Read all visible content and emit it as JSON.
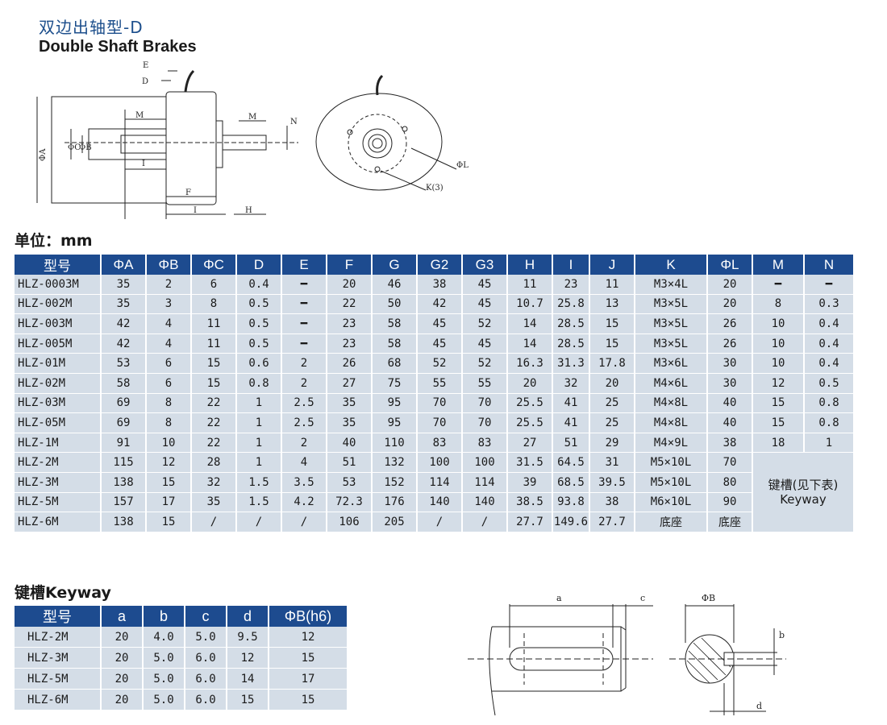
{
  "header": {
    "title_cn": "双边出轴型-D",
    "title_en": "Double Shaft Brakes"
  },
  "unit_label": "单位：mm",
  "drawing": {
    "labels": {
      "E": "E",
      "D": "D",
      "M": "M",
      "N": "N",
      "A": "ΦA",
      "C": "ΦC",
      "B": "ΦB",
      "I": "I",
      "F": "F",
      "H": "H",
      "L": "ΦL",
      "K": "K(3)"
    }
  },
  "spec_table": {
    "headers": [
      "型号",
      "ΦA",
      "ΦB",
      "ΦC",
      "D",
      "E",
      "F",
      "G",
      "G2",
      "G3",
      "H",
      "I",
      "J",
      "K",
      "ΦL",
      "M",
      "N"
    ],
    "rows": [
      [
        "HLZ-0003M",
        "35",
        "2",
        "6",
        "0.4",
        "━",
        "20",
        "46",
        "38",
        "45",
        "11",
        "23",
        "11",
        "M3×4L",
        "20",
        "━",
        "━"
      ],
      [
        "HLZ-002M",
        "35",
        "3",
        "8",
        "0.5",
        "━",
        "22",
        "50",
        "42",
        "45",
        "10.7",
        "25.8",
        "13",
        "M3×5L",
        "20",
        "8",
        "0.3"
      ],
      [
        "HLZ-003M",
        "42",
        "4",
        "11",
        "0.5",
        "━",
        "23",
        "58",
        "45",
        "52",
        "14",
        "28.5",
        "15",
        "M3×5L",
        "26",
        "10",
        "0.4"
      ],
      [
        "HLZ-005M",
        "42",
        "4",
        "11",
        "0.5",
        "━",
        "23",
        "58",
        "45",
        "45",
        "14",
        "28.5",
        "15",
        "M3×5L",
        "26",
        "10",
        "0.4"
      ],
      [
        "HLZ-01M",
        "53",
        "6",
        "15",
        "0.6",
        "2",
        "26",
        "68",
        "52",
        "52",
        "16.3",
        "31.3",
        "17.8",
        "M3×6L",
        "30",
        "10",
        "0.4"
      ],
      [
        "HLZ-02M",
        "58",
        "6",
        "15",
        "0.8",
        "2",
        "27",
        "75",
        "55",
        "55",
        "20",
        "32",
        "20",
        "M4×6L",
        "30",
        "12",
        "0.5"
      ],
      [
        "HLZ-03M",
        "69",
        "8",
        "22",
        "1",
        "2.5",
        "35",
        "95",
        "70",
        "70",
        "25.5",
        "41",
        "25",
        "M4×8L",
        "40",
        "15",
        "0.8"
      ],
      [
        "HLZ-05M",
        "69",
        "8",
        "22",
        "1",
        "2.5",
        "35",
        "95",
        "70",
        "70",
        "25.5",
        "41",
        "25",
        "M4×8L",
        "40",
        "15",
        "0.8"
      ],
      [
        "HLZ-1M",
        "91",
        "10",
        "22",
        "1",
        "2",
        "40",
        "110",
        "83",
        "83",
        "27",
        "51",
        "29",
        "M4×9L",
        "38",
        "18",
        "1"
      ],
      [
        "HLZ-2M",
        "115",
        "12",
        "28",
        "1",
        "4",
        "51",
        "132",
        "100",
        "100",
        "31.5",
        "64.5",
        "31",
        "M5×10L",
        "70"
      ],
      [
        "HLZ-3M",
        "138",
        "15",
        "32",
        "1.5",
        "3.5",
        "53",
        "152",
        "114",
        "114",
        "39",
        "68.5",
        "39.5",
        "M5×10L",
        "80"
      ],
      [
        "HLZ-5M",
        "157",
        "17",
        "35",
        "1.5",
        "4.2",
        "72.3",
        "176",
        "140",
        "140",
        "38.5",
        "93.8",
        "38",
        "M6×10L",
        "90"
      ],
      [
        "HLZ-6M",
        "138",
        "15",
        "/",
        "/",
        "/",
        "106",
        "205",
        "/",
        "/",
        "27.7",
        "149.6",
        "27.7",
        "底座",
        "底座"
      ]
    ],
    "merged_note_line1": "键槽(见下表)",
    "merged_note_line2": "Keyway"
  },
  "keyway": {
    "title": "键槽Keyway",
    "headers": [
      "型号",
      "a",
      "b",
      "c",
      "d",
      "ΦB(h6)"
    ],
    "rows": [
      [
        "HLZ-2M",
        "20",
        "4.0",
        "5.0",
        "9.5",
        "12"
      ],
      [
        "HLZ-3M",
        "20",
        "5.0",
        "6.0",
        "12",
        "15"
      ],
      [
        "HLZ-5M",
        "20",
        "5.0",
        "6.0",
        "14",
        "17"
      ],
      [
        "HLZ-6M",
        "20",
        "5.0",
        "6.0",
        "15",
        "15"
      ]
    ],
    "drawing_labels": {
      "a": "a",
      "c": "c",
      "B": "ΦB",
      "b": "b",
      "d": "d"
    }
  }
}
